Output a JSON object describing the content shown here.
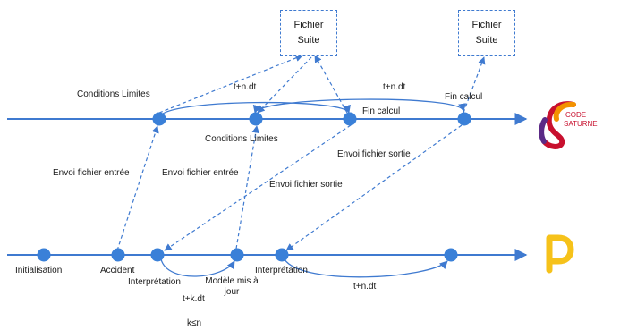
{
  "files": [
    {
      "line1": "Fichier",
      "line2": "Suite"
    },
    {
      "line1": "Fichier",
      "line2": "Suite"
    }
  ],
  "labels": {
    "cond_limites_top": "Conditions Limites",
    "cond_limites_mid": "Conditions Limites",
    "tn_dt_left": "t+n.dt",
    "tn_dt_right": "t+n.dt",
    "fin_calcul_1": "Fin calcul",
    "fin_calcul_2": "Fin calcul",
    "envoi_entree_1": "Envoi fichier entrée",
    "envoi_entree_2": "Envoi fichier entrée",
    "envoi_sortie_1": "Envoi fichier sortie",
    "envoi_sortie_2": "Envoi fichier sortie",
    "initialisation": "Initialisation",
    "accident": "Accident",
    "interpretation_1": "Interprétation",
    "interpretation_2": "Interprétation",
    "modele_1": "Modèle mis à",
    "modele_2": "jour",
    "tk_dt": "t+k.dt",
    "k_le_n": "k≤n",
    "tn_dt_bottom": "t+n.dt"
  },
  "logos": {
    "code_saturne_line1": "CODE",
    "code_saturne_line2": "SATURNE"
  },
  "colors": {
    "timeline": "#3f7ad0",
    "node": "#3a80d8",
    "logo_orange": "#f39200",
    "logo_red": "#c8102e",
    "logo_purple": "#5b2a86",
    "logo_yellow": "#f6c21a"
  }
}
